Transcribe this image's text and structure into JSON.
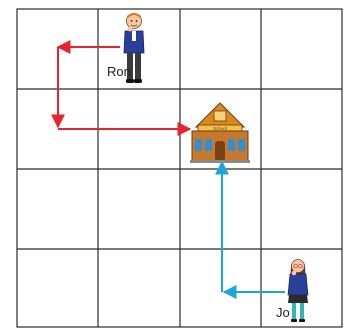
{
  "grid": {
    "rows": 4,
    "columns": 4,
    "line_color": "#2b2b2b"
  },
  "school": {
    "icon": "school-icon",
    "sign_text": "School",
    "roof_color": "#d98a1c",
    "wall_color": "#c8782a",
    "window_color": "#2f8fd6"
  },
  "characters": [
    {
      "name": "Ron",
      "icon": "boy-figure-icon",
      "path_color": "#e8232f"
    },
    {
      "name": "Jo",
      "icon": "girl-figure-icon",
      "path_color": "#1aa6d8"
    }
  ]
}
